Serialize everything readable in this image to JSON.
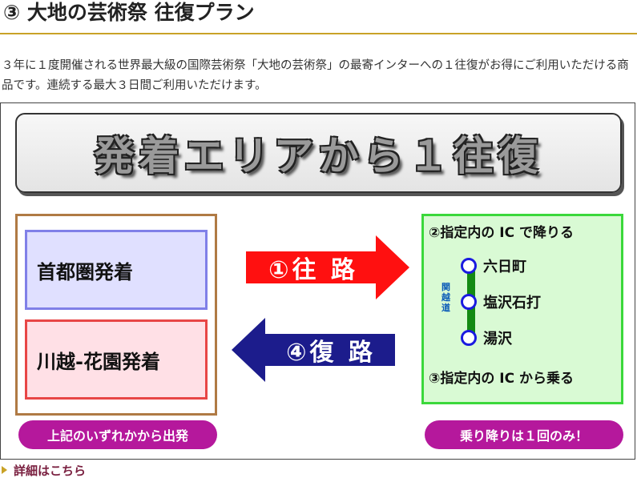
{
  "section": {
    "title": "③ 大地の芸術祭 往復プラン"
  },
  "description": "３年に１度開催される世界最大級の国際芸術祭「大地の芸術祭」の最寄インターへの１往復がお得にご利用いただける商品です。連続する最大３日間ご利用いただけます。",
  "figure": {
    "banner": "発着エリアから１往復",
    "origins": [
      "首都圏発着",
      "川越-花園発着"
    ],
    "outbound_label": "①往 路",
    "return_label": "④復 路",
    "outbound_color": "#ff1010",
    "return_color": "#1c1c8c",
    "destination": {
      "header": "②指定内の IC で降りる",
      "footer": "③指定内の IC から乗る",
      "road_name": "関越道",
      "stops": [
        "六日町",
        "塩沢石打",
        "湯沢"
      ]
    },
    "note_left": "上記のいずれかから出発",
    "note_right": "乗り降りは１回のみ！"
  },
  "more_link": "詳細はこちら"
}
